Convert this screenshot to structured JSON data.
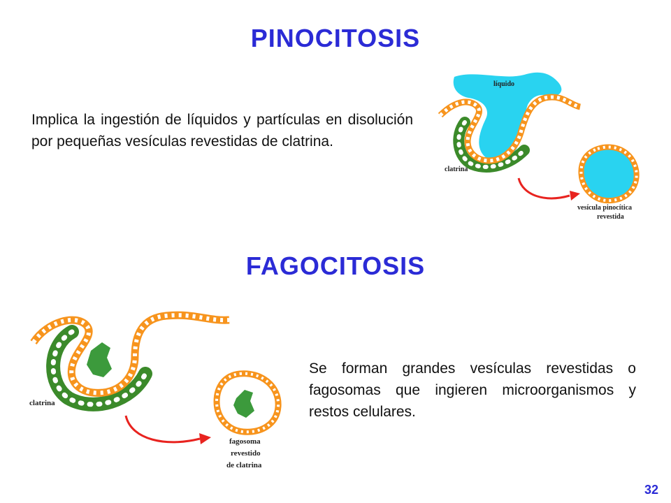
{
  "pinocitosis": {
    "title": "PINOCITOSIS",
    "description": "Implica la ingestión de líquidos y partículas en disolución por pequeñas vesículas revestidas de clatrina.",
    "figure_labels": {
      "liquid": "líquido",
      "clathrin": "clatrina",
      "vesicle_line1": "vesícula pinocítica",
      "vesicle_line2": "revestida"
    }
  },
  "fagocitosis": {
    "title": "FAGOCITOSIS",
    "description": "Se forman grandes vesículas revestidas o fagosomas que ingieren microorganismos y restos celulares.",
    "figure_labels": {
      "clathrin": "clatrina",
      "phagosome_line1": "fagosoma",
      "phagosome_line2": "revestido",
      "phagosome_line3": "de clatrina"
    }
  },
  "page_number": "32",
  "colors": {
    "title": "#2b2bd6",
    "membrane": "#f7941d",
    "clathrin": "#3b8a2a",
    "liquid": "#29d3f0",
    "particle": "#3c9a3c",
    "arrow": "#e8231f"
  },
  "icons": [
    "pinocytosis-diagram",
    "phagocytosis-diagram",
    "curved-arrow-icon"
  ]
}
